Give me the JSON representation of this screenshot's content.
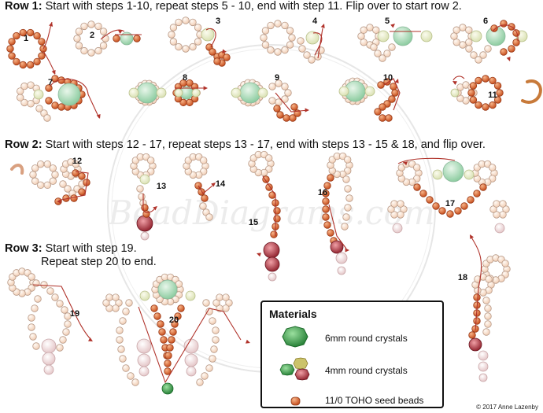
{
  "rows": [
    {
      "label": "Row 1:",
      "text": "Start with steps 1-10, repeat steps 5 - 10, end with step 11.  Flip over to start row 2."
    },
    {
      "label": "Row 2:",
      "text": "Start with steps 12 - 17, repeat steps 13 - 17, end with steps 13 - 15 & 18, and flip over."
    },
    {
      "label": "Row 3:",
      "text": "Start with step 19.",
      "text2": "Repeat step 20 to end."
    }
  ],
  "step_numbers": [
    "1",
    "2",
    "3",
    "4",
    "5",
    "6",
    "7",
    "8",
    "9",
    "10",
    "11",
    "12",
    "13",
    "14",
    "15",
    "16",
    "17",
    "18",
    "19",
    "20"
  ],
  "materials": {
    "title": "Materials",
    "items": [
      {
        "label": "6mm round crystals",
        "icon": "green-crystal-icon",
        "color": "#2e9a3a"
      },
      {
        "label": "4mm round crystals",
        "icon": "small-crystals-icon",
        "colors": [
          "#3a9a3a",
          "#c8bf5a",
          "#8a1c2a"
        ]
      },
      {
        "label": "11/0 TOHO seed beads",
        "icon": "seed-bead-icon",
        "color": "#e89a6a"
      }
    ]
  },
  "copyright": "© 2017 Anne Lazenby",
  "watermark": "BeadDiagrams.com",
  "colors": {
    "bead_fill": "#fbe6d6",
    "bead_edge": "#b89a88",
    "thread": "#b0322a",
    "highlight": "#e0662e",
    "green": "#6ec08a"
  }
}
